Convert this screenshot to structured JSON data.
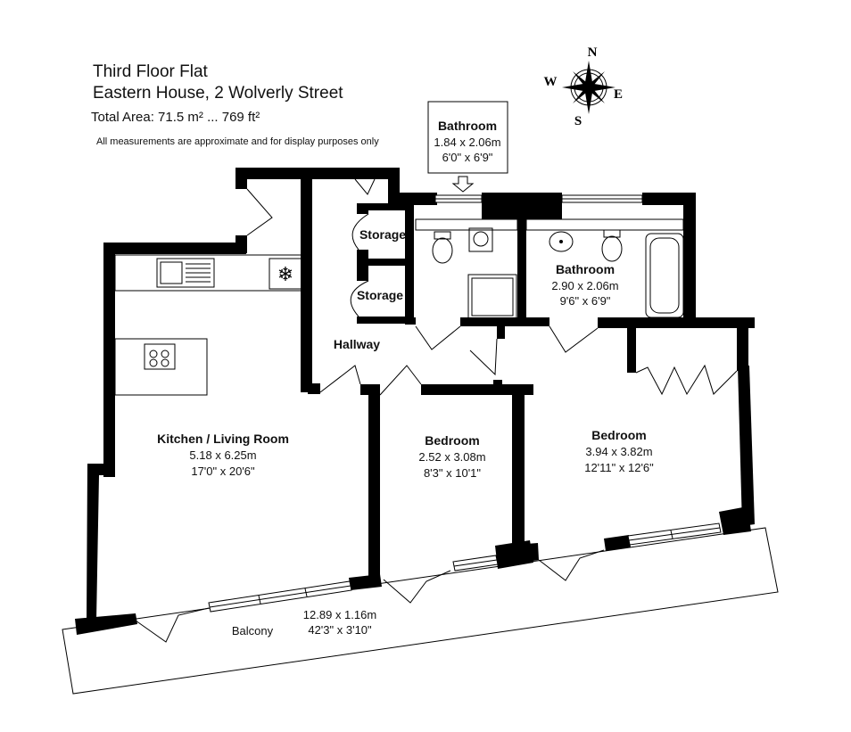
{
  "header": {
    "title": "Third Floor Flat",
    "address": "Eastern House, 2 Wolverly Street",
    "total_area": "Total Area: 71.5 m² ... 769 ft²",
    "note": "All measurements are approximate and for display purposes only"
  },
  "compass": {
    "north": "N",
    "south": "S",
    "east": "E",
    "west": "W"
  },
  "rooms": {
    "bathroom_small": {
      "name": "Bathroom",
      "metric": "1.84 x 2.06m",
      "imperial": "6'0\" x 6'9\""
    },
    "bathroom_main": {
      "name": "Bathroom",
      "metric": "2.90 x 2.06m",
      "imperial": "9'6\" x 6'9\""
    },
    "storage_1": {
      "name": "Storage"
    },
    "storage_2": {
      "name": "Storage"
    },
    "hallway": {
      "name": "Hallway"
    },
    "kitchen_living": {
      "name": "Kitchen / Living Room",
      "metric": "5.18 x 6.25m",
      "imperial": "17'0\" x 20'6\""
    },
    "bedroom_small": {
      "name": "Bedroom",
      "metric": "2.52 x 3.08m",
      "imperial": "8'3\" x 10'1\""
    },
    "bedroom_large": {
      "name": "Bedroom",
      "metric": "3.94 x 3.82m",
      "imperial": "12'11\" x 12'6\""
    },
    "balcony": {
      "name": "Balcony",
      "metric": "12.89 x 1.16m",
      "imperial": "42'3\" x 3'10\""
    }
  }
}
